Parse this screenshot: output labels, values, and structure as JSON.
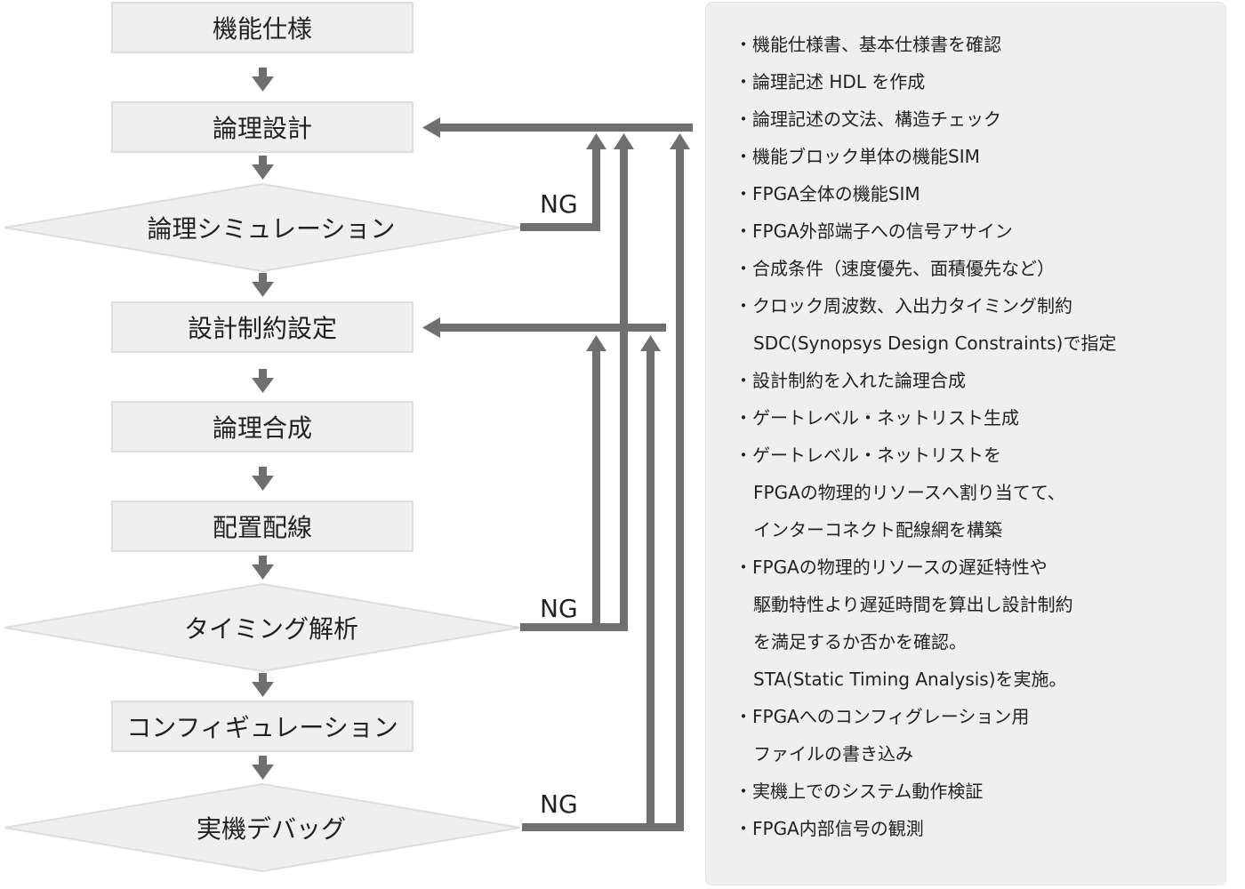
{
  "steps": {
    "spec": "機能仕様",
    "logic_design": "論理設計",
    "constraints": "設計制約設定",
    "synthesis": "論理合成",
    "place_route": "配置配線",
    "config": "コンフィギュレーション"
  },
  "decisions": {
    "logic_sim": "論理シミュレーション",
    "timing": "タイミング解析",
    "debug": "実機デバッグ"
  },
  "ng_label": "NG",
  "notes": [
    "・機能仕様書、基本仕様書を確認",
    "・論理記述 HDL を作成",
    "・論理記述の文法、構造チェック",
    "・機能ブロック単体の機能SIM",
    "・FPGA全体の機能SIM",
    "・FPGA外部端子への信号アサイン",
    "・合成条件（速度優先、面積優先など）",
    "・クロック周波数、入出力タイミング制約",
    "SDC(Synopsys Design Constraints)で指定",
    "・設計制約を入れた論理合成",
    "・ゲートレベル・ネットリスト生成",
    "・ゲートレベル・ネットリストを",
    "FPGAの物理的リソースへ割り当てて、",
    "インターコネクト配線網を構築",
    "・FPGAの物理的リソースの遅延特性や",
    "駆動特性より遅延時間を算出し設計制約",
    "を満足するか否かを確認。",
    "STA(Static Timing Analysis)を実施。",
    "・FPGAへのコンフィグレーション用",
    "ファイルの書き込み",
    "・実機上でのシステム動作検証",
    "・FPGA内部信号の観測"
  ],
  "colors": {
    "box_fill": "#efefef",
    "box_border": "#dddddd",
    "arrow": "#6f6f6f",
    "panel": "#efefef"
  }
}
